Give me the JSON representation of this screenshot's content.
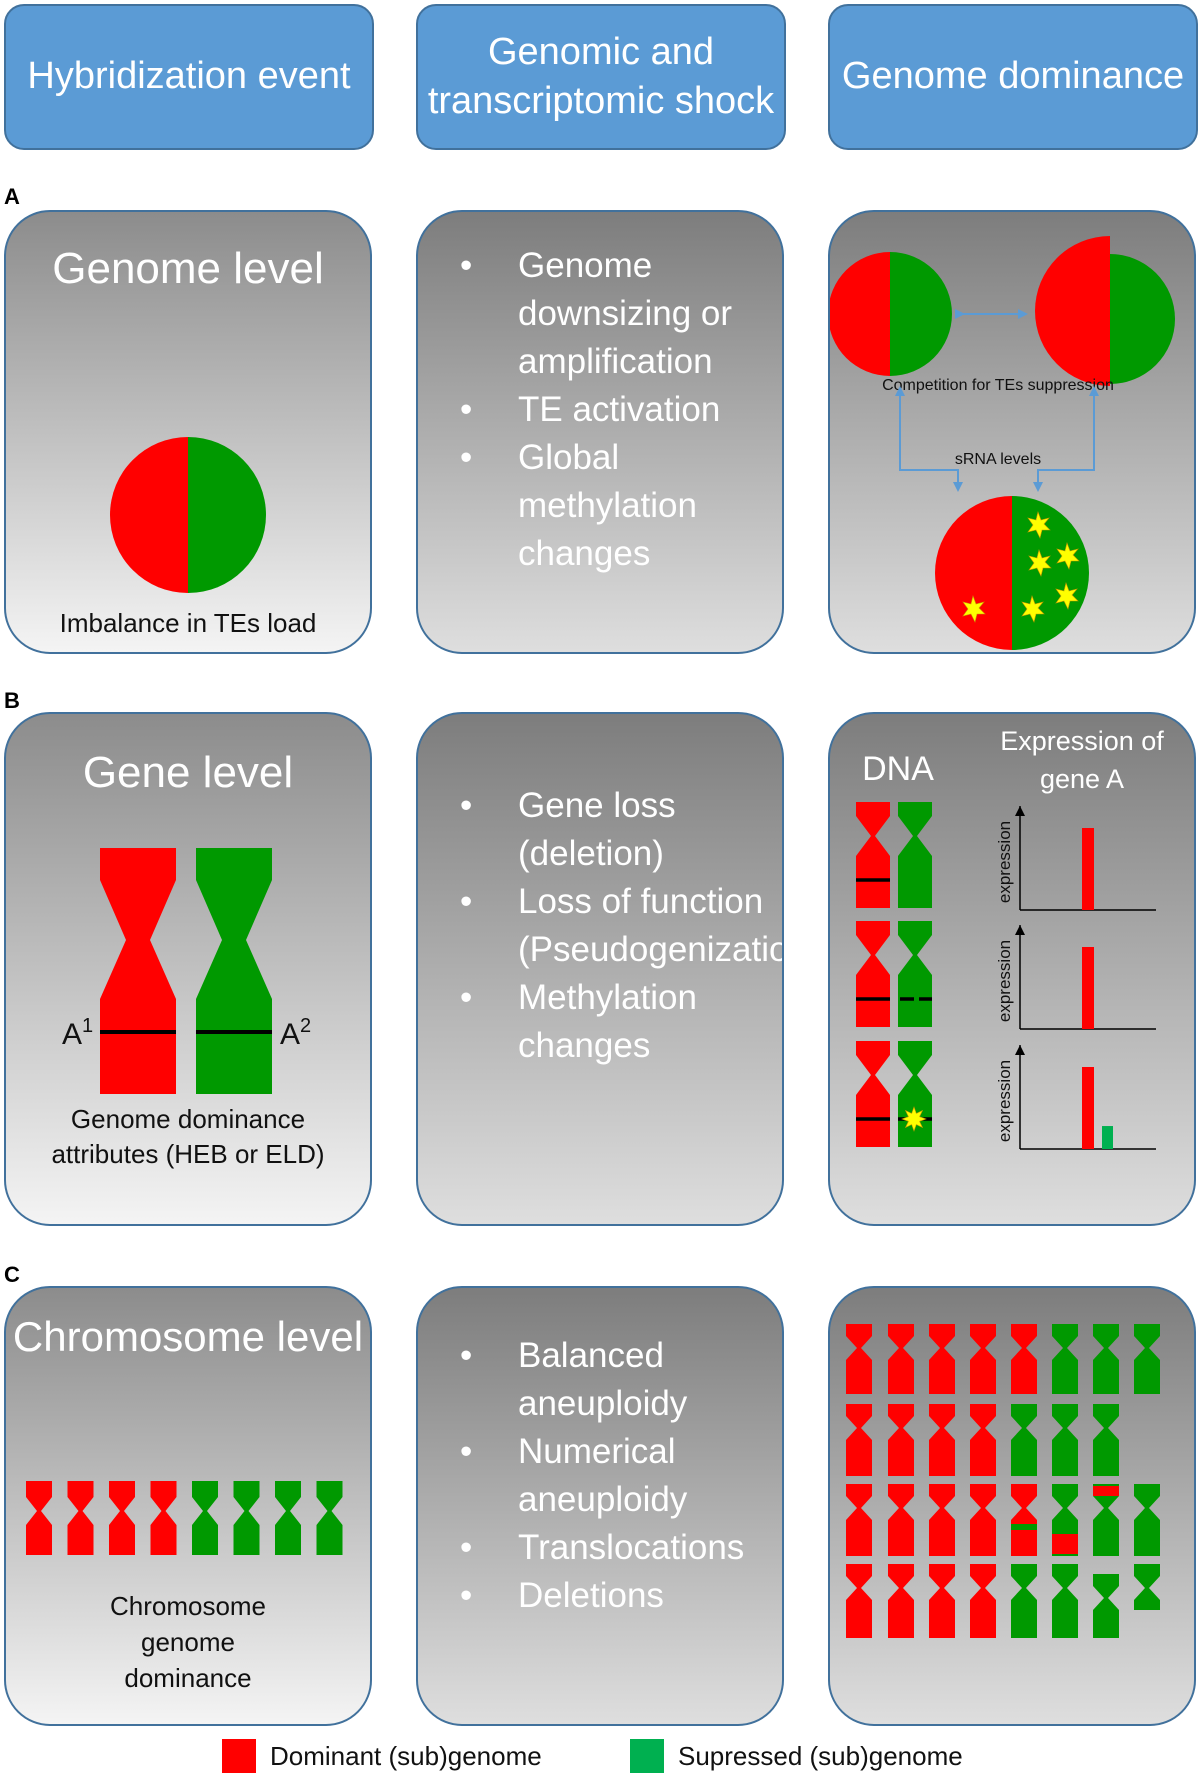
{
  "headers": [
    "Hybridization event",
    "Genomic and transcriptomic shock",
    "Genome dominance"
  ],
  "sections": {
    "A": {
      "label": "A",
      "title": "Genome level",
      "caption": "Imbalance in TEs load",
      "bullets": [
        "Genome downsizing or amplification",
        "TE activation",
        "Global methylation changes"
      ],
      "dominance": {
        "competition": "Competition for TEs suppression",
        "srna": "sRNA levels"
      }
    },
    "B": {
      "label": "B",
      "title": "Gene level",
      "allele_left": "A",
      "allele_left_sup": "1",
      "allele_right": "A",
      "allele_right_sup": "2",
      "caption": "Genome dominance attributes (HEB or ELD)",
      "bullets": [
        "Gene loss (deletion)",
        "Loss of function (Pseudogenization)",
        "Methylation changes"
      ],
      "dna_label": "DNA",
      "expression_title": "Expression of gene A",
      "axis_label": "expression",
      "expression_levels": [
        {
          "dominant": 1.0,
          "suppressed": 0.0
        },
        {
          "dominant": 1.0,
          "suppressed": 0.0
        },
        {
          "dominant": 1.0,
          "suppressed": 0.28
        }
      ]
    },
    "C": {
      "label": "C",
      "title": "Chromosome level",
      "caption": "Chromosome genome dominance",
      "bullets": [
        "Balanced aneuploidy",
        "Numerical aneuploidy",
        "Translocations",
        "Deletions"
      ]
    }
  },
  "legend": {
    "dominant": "Dominant (sub)genome",
    "suppressed": "Supressed (sub)genome"
  },
  "colors": {
    "dominant": "#ff0000",
    "suppressed": "#009900",
    "header": "#5b9bd5",
    "te": "#ffff00",
    "arrow": "#5b9bd5"
  }
}
